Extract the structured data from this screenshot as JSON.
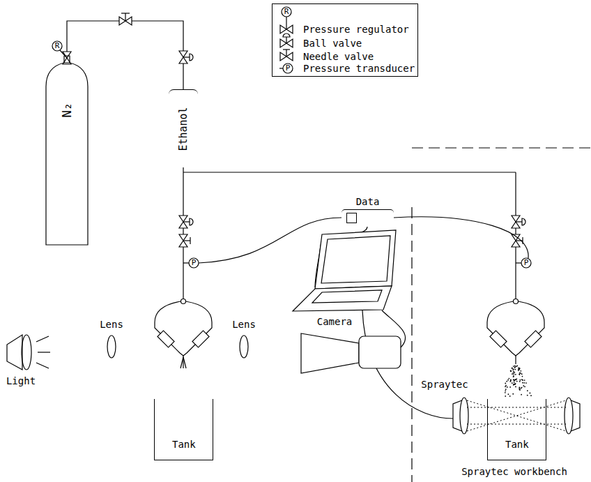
{
  "diagram": {
    "nodes": [
      {
        "text": [
          "N₂"
        ]
      },
      {
        "text": [
          "Ethanol"
        ]
      },
      {
        "text": [
          "Data"
        ]
      },
      {
        "text": [
          "Tank"
        ]
      },
      {
        "text": [
          "Tank"
        ]
      }
    ],
    "edges": [
      {
        "from": 0,
        "to": 1,
        "arrow": "none"
      }
    ],
    "labels": [
      "R",
      "P",
      "R",
      "P",
      "P",
      "Light",
      "Lens",
      "Lens",
      "Camera",
      "Spraytec",
      "Spraytec workbench"
    ],
    "legend": [
      {
        "text": "Pressure regulator"
      },
      {
        "text": "Ball valve"
      },
      {
        "text": "Needle valve"
      },
      {
        "text": "Pressure transducer"
      }
    ]
  }
}
